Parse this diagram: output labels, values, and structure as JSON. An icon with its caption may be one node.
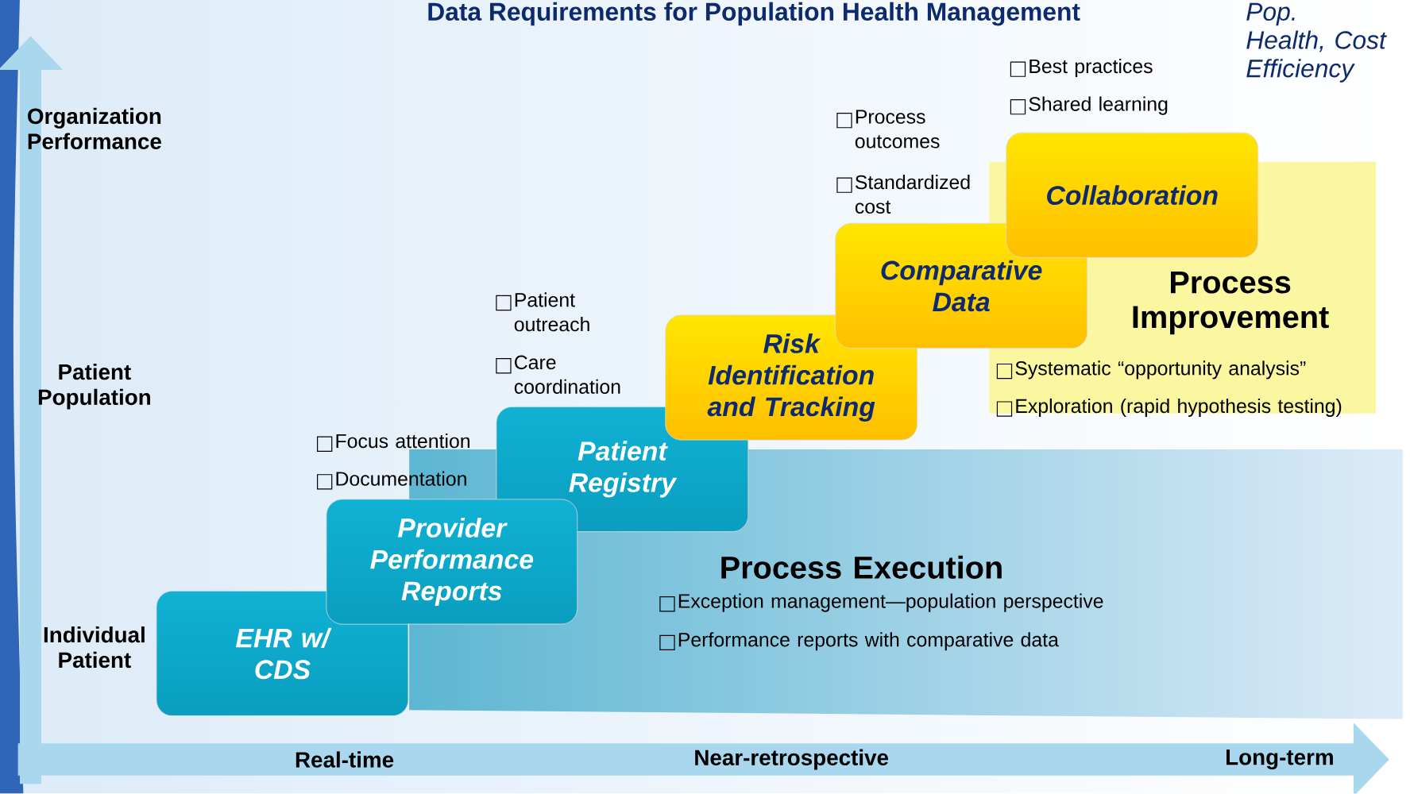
{
  "diagram": {
    "title": "Data Requirements for Population Health Management",
    "nodes": [
      {
        "text": [
          "EHR w/ CDS"
        ]
      },
      {
        "text": [
          "Provider Performance Reports"
        ]
      },
      {
        "text": [
          "Patient Registry"
        ]
      },
      {
        "text": [
          "Risk Identification and Tracking"
        ]
      },
      {
        "text": [
          "Comparative Data"
        ]
      },
      {
        "text": [
          "Collaboration"
        ]
      }
    ],
    "labels": [
      "Pop. Health, Cost Efficiency",
      "Best practices",
      "Shared learning",
      "Organization Performance",
      "Process outcomes",
      "Standardized cost",
      "Process Improvement",
      "Patient outreach",
      "Care coordination",
      "Systematic “opportunity analysis”",
      "Patient Population",
      "Exploration (rapid hypothesis testing)",
      "Focus attention",
      "Documentation",
      "Process Execution",
      "Exception management—population perspective",
      "Individual Patient",
      "Performance reports with comparative data",
      "Real-time",
      "Near-retrospective",
      "Long-term"
    ]
  }
}
